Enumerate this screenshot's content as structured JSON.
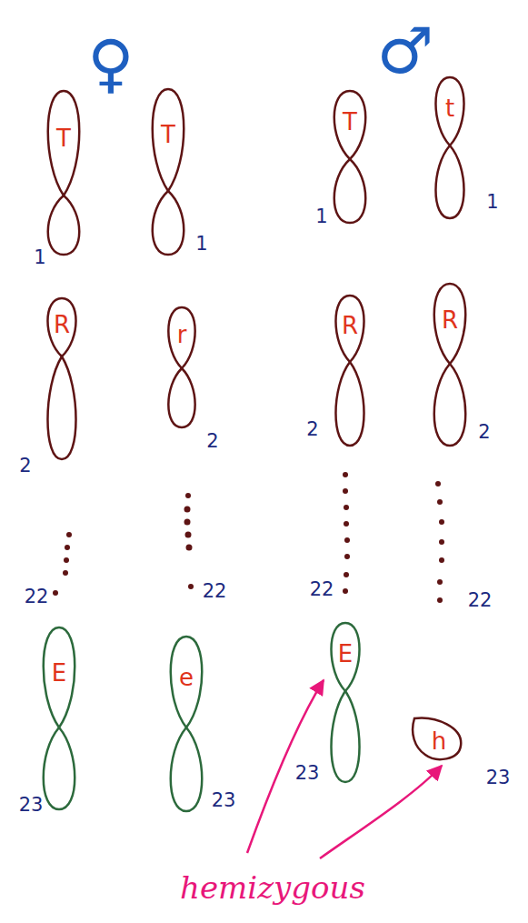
{
  "diagram": {
    "nodes": [
      {
        "text": [
          "T",
          "1"
        ]
      },
      {
        "text": [
          "T",
          "1"
        ]
      },
      {
        "text": [
          "T",
          "1"
        ]
      },
      {
        "text": [
          "t",
          "1"
        ]
      },
      {
        "text": [
          "R",
          "2"
        ]
      },
      {
        "text": [
          "r",
          "2"
        ]
      },
      {
        "text": [
          "R",
          "2"
        ]
      },
      {
        "text": [
          "R",
          "2"
        ]
      },
      {
        "text": [
          "E",
          "23"
        ]
      },
      {
        "text": [
          "e",
          "23"
        ]
      },
      {
        "text": [
          "E",
          "23"
        ]
      },
      {
        "text": [
          "h",
          "23"
        ]
      }
    ],
    "labels": [
      "♀",
      "♂",
      "22",
      "22",
      "22",
      "22",
      "hemizygous"
    ]
  }
}
